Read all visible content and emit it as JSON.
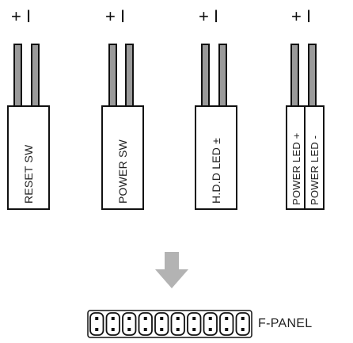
{
  "connectors": [
    {
      "polarity": "+ I",
      "label": "RESET SW"
    },
    {
      "polarity": "+ I",
      "label": "POWER SW"
    },
    {
      "polarity": "+ I",
      "label": "H.D.D LED ±"
    },
    {
      "polarity": "+ I",
      "label_left": "POWER LED +",
      "label_right": "POWER LED -"
    }
  ],
  "header": {
    "label": "F-PANEL",
    "pin_pairs": 10
  },
  "colors": {
    "wire": "#9a9a9a",
    "outline": "#111111",
    "arrow": "#b3b3b3"
  }
}
